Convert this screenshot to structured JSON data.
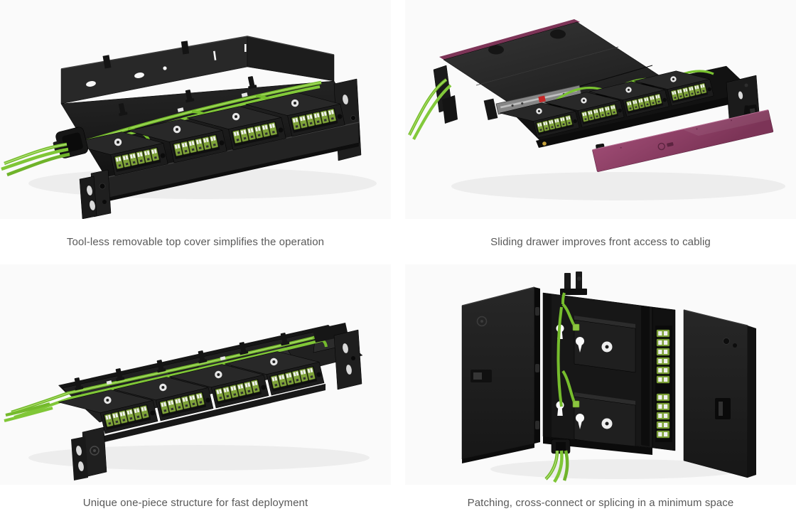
{
  "page": {
    "background": "#ffffff",
    "panel_background": "#fafafa",
    "caption_color": "#595959"
  },
  "colors": {
    "cable_green": "#76bd2d",
    "adapter_green": "#7fa33a",
    "magenta_panel": "#8e3e63",
    "chassis_black": "#1e1e1e",
    "rail_metal": "#868686",
    "rail_release_red": "#c62828"
  },
  "features": [
    {
      "image_name": "rack-mount-panel-top-cover-removed",
      "caption": "Tool-less removable top cover simplifies the operation"
    },
    {
      "image_name": "rack-mount-panel-sliding-drawer-open",
      "caption": "Sliding drawer improves front access to cablig"
    },
    {
      "image_name": "rack-mount-panel-one-piece",
      "caption": "Unique one-piece structure for fast deployment"
    },
    {
      "image_name": "wall-mount-enclosure-open",
      "caption": "Patching, cross-connect or splicing in a minimum space"
    }
  ]
}
